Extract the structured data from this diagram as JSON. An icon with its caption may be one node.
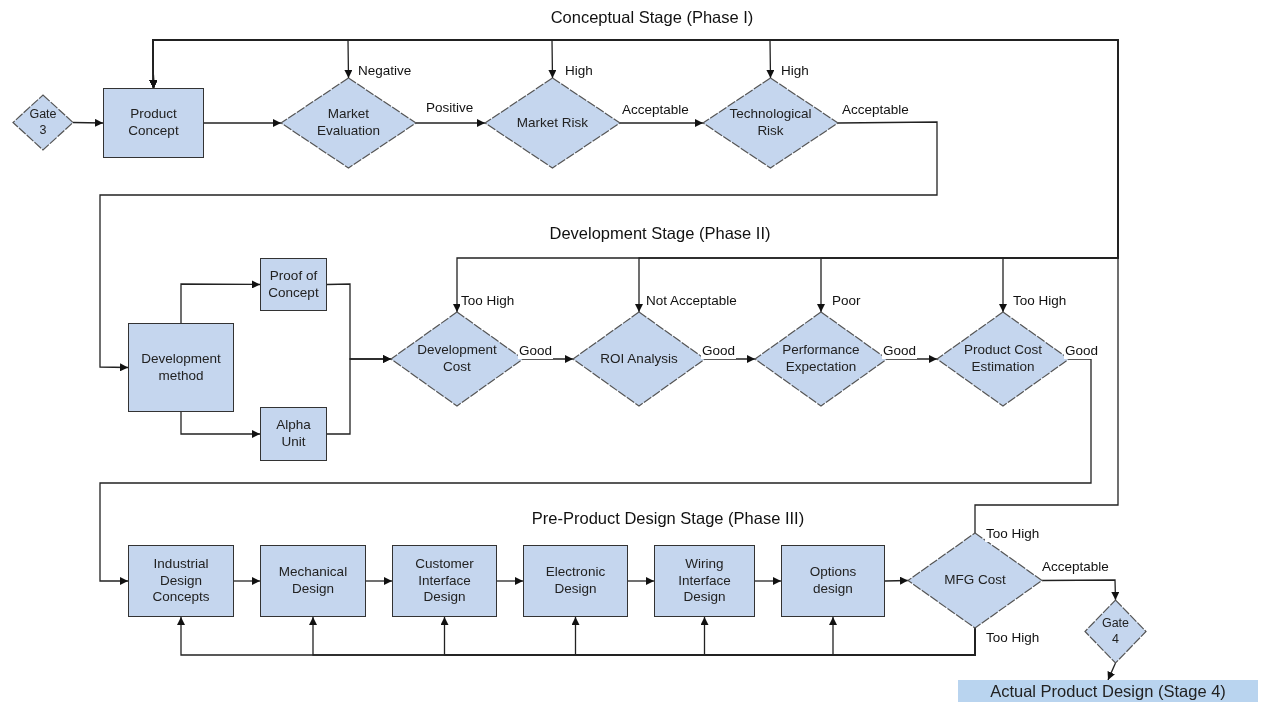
{
  "diagram": {
    "nodes": [
      {
        "text": [
          "Gate 3"
        ]
      },
      {
        "text": [
          "Product Concept"
        ]
      },
      {
        "text": [
          "Market Evaluation"
        ]
      },
      {
        "text": [
          "Market Risk"
        ]
      },
      {
        "text": [
          "Technological Risk"
        ]
      },
      {
        "text": [
          "Development method"
        ]
      },
      {
        "text": [
          "Proof of Concept"
        ]
      },
      {
        "text": [
          "Alpha Unit"
        ]
      },
      {
        "text": [
          "Development Cost"
        ]
      },
      {
        "text": [
          "ROI Analysis"
        ]
      },
      {
        "text": [
          "Performance Expectation"
        ]
      },
      {
        "text": [
          "Product Cost Estimation"
        ]
      },
      {
        "text": [
          "Industrial Design Concepts"
        ]
      },
      {
        "text": [
          "Mechanical Design"
        ]
      },
      {
        "text": [
          "Customer Interface Design"
        ]
      },
      {
        "text": [
          "Electronic Design"
        ]
      },
      {
        "text": [
          "Wiring Interface Design"
        ]
      },
      {
        "text": [
          "Options design"
        ]
      },
      {
        "text": [
          "MFG Cost"
        ]
      },
      {
        "text": [
          "Gate 4"
        ]
      },
      {
        "text": [
          "Actual Product Design (Stage 4)"
        ]
      }
    ],
    "edges": [
      {
        "from": 0,
        "to": 1,
        "arrow": "to"
      },
      {
        "from": 1,
        "to": 2,
        "arrow": "to"
      },
      {
        "from": 2,
        "to": 3,
        "arrow": "to",
        "label": "Positive"
      },
      {
        "from": 3,
        "to": 4,
        "arrow": "to",
        "label": "Acceptable"
      },
      {
        "from": 4,
        "to": 5,
        "arrow": "to",
        "label": "Acceptable"
      },
      {
        "from": 2,
        "to": 1,
        "arrow": "both",
        "label": "Negative"
      },
      {
        "from": 3,
        "to": 1,
        "arrow": "both",
        "label": "High"
      },
      {
        "from": 4,
        "to": 1,
        "arrow": "both",
        "label": "High"
      },
      {
        "from": 5,
        "to": 6,
        "arrow": "to"
      },
      {
        "from": 5,
        "to": 7,
        "arrow": "to"
      },
      {
        "from": 6,
        "to": 8,
        "arrow": "to"
      },
      {
        "from": 7,
        "to": 8,
        "arrow": "to"
      },
      {
        "from": 8,
        "to": 9,
        "arrow": "to",
        "label": "Good"
      },
      {
        "from": 9,
        "to": 10,
        "arrow": "to",
        "label": "Good"
      },
      {
        "from": 10,
        "to": 11,
        "arrow": "to",
        "label": "Good"
      },
      {
        "from": 8,
        "to": 1,
        "arrow": "both",
        "label": "Too High"
      },
      {
        "from": 9,
        "to": 1,
        "arrow": "both",
        "label": "Not Acceptable"
      },
      {
        "from": 10,
        "to": 1,
        "arrow": "both",
        "label": "Poor"
      },
      {
        "from": 11,
        "to": 1,
        "arrow": "both",
        "label": "Too High"
      },
      {
        "from": 11,
        "to": 12,
        "arrow": "to",
        "label": "Good"
      },
      {
        "from": 12,
        "to": 13,
        "arrow": "to"
      },
      {
        "from": 13,
        "to": 14,
        "arrow": "to"
      },
      {
        "from": 14,
        "to": 15,
        "arrow": "to"
      },
      {
        "from": 15,
        "to": 16,
        "arrow": "to"
      },
      {
        "from": 16,
        "to": 17,
        "arrow": "to"
      },
      {
        "from": 17,
        "to": 18,
        "arrow": "to"
      },
      {
        "from": 18,
        "to": 1,
        "arrow": "to",
        "label": "Too High"
      },
      {
        "from": 18,
        "to": 19,
        "arrow": "to",
        "label": "Acceptable"
      },
      {
        "from": 18,
        "to": 12,
        "arrow": "to",
        "label": "Too High"
      },
      {
        "from": 18,
        "to": 13,
        "arrow": "to"
      },
      {
        "from": 18,
        "to": 14,
        "arrow": "to"
      },
      {
        "from": 18,
        "to": 15,
        "arrow": "to"
      },
      {
        "from": 18,
        "to": 16,
        "arrow": "to"
      },
      {
        "from": 18,
        "to": 17,
        "arrow": "to"
      },
      {
        "from": 19,
        "to": 20,
        "arrow": "to"
      }
    ],
    "labels": [
      "Conceptual Stage (Phase I)",
      "Development Stage (Phase II)",
      "Pre-Product Design Stage (Phase III)"
    ]
  }
}
